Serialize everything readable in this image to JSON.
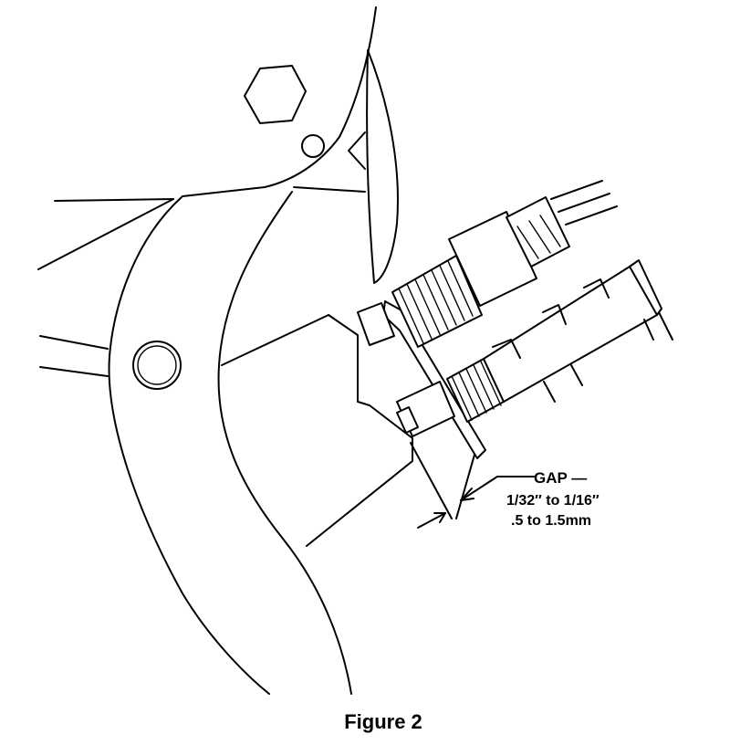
{
  "figure": {
    "caption": "Figure 2",
    "gap_label": "GAP —",
    "gap_imperial": "1/32″ to 1/16″",
    "gap_metric": ".5 to 1.5mm"
  },
  "colors": {
    "line": "#000000",
    "background": "#ffffff"
  }
}
